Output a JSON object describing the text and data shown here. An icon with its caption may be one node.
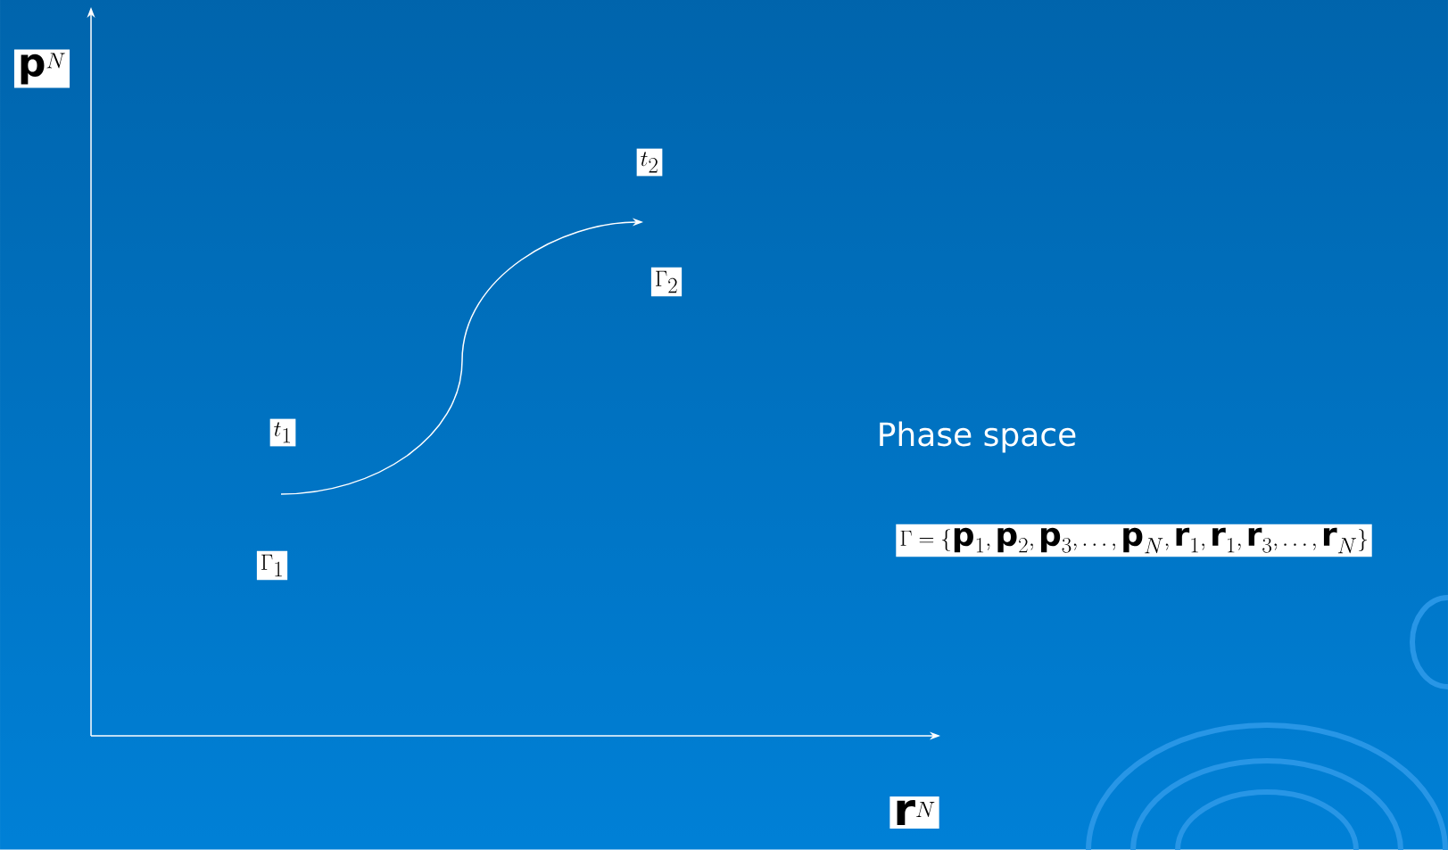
{
  "diagram": {
    "labels": [
      "\\mathbf{p}^{N}",
      "t_{2}",
      "\\Gamma_{2}",
      "t_{1}",
      "Phase space",
      "\\Gamma = \\{\\mathbf{p}_{1}, \\mathbf{p}_{2}, \\mathbf{p}_{3}, \\ldots, \\mathbf{p}_{N}, \\mathbf{r}_{1}, \\mathbf{r}_{1}, \\mathbf{r}_{3}, \\ldots, \\mathbf{r}_{N}\\}",
      "\\Gamma_{1}",
      "\\mathbf{r}^{N}"
    ]
  }
}
